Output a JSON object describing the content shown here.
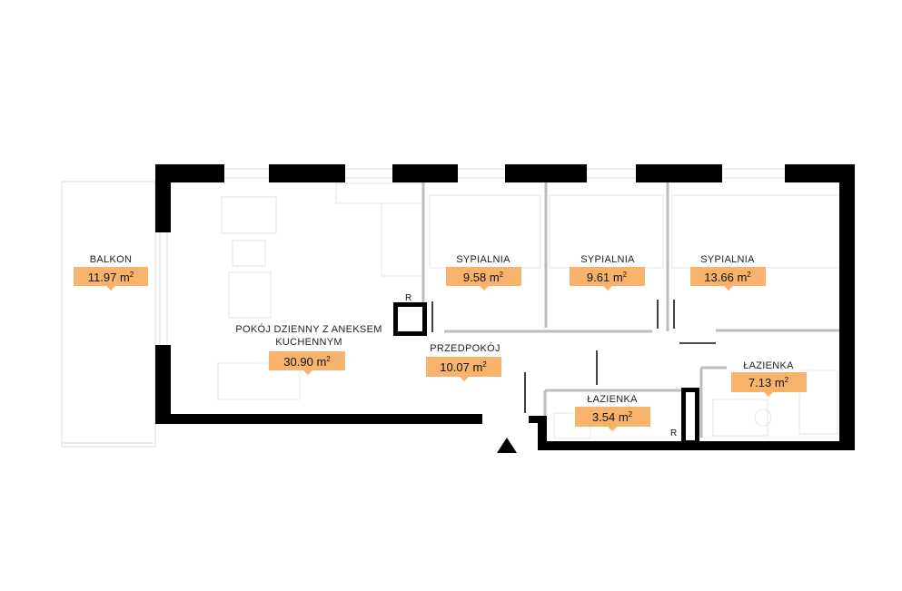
{
  "colors": {
    "wall": "#000000",
    "partition": "#bdbdbd",
    "furniture": "#e6e6e6",
    "area_badge": "#f7b26b",
    "window": "#dcdcdc"
  },
  "area_unit": "m",
  "area_unit_power": "2",
  "riser_label": "R",
  "rooms": [
    {
      "id": "balkon",
      "label_lines": [
        "BALKON"
      ],
      "area": "11.97"
    },
    {
      "id": "pokoj-dzienny",
      "label_lines": [
        "POKÓJ DZIENNY Z ANEKSEM",
        "KUCHENNYM"
      ],
      "area": "30.90"
    },
    {
      "id": "sypialnia-1",
      "label_lines": [
        "SYPIALNIA"
      ],
      "area": "9.58"
    },
    {
      "id": "sypialnia-2",
      "label_lines": [
        "SYPIALNIA"
      ],
      "area": "9.61"
    },
    {
      "id": "sypialnia-3",
      "label_lines": [
        "SYPIALNIA"
      ],
      "area": "13.66"
    },
    {
      "id": "przedpokoj",
      "label_lines": [
        "PRZEDPOKÓJ"
      ],
      "area": "10.07"
    },
    {
      "id": "lazienka-1",
      "label_lines": [
        "ŁAZIENKA"
      ],
      "area": "3.54"
    },
    {
      "id": "lazienka-2",
      "label_lines": [
        "ŁAZIENKA"
      ],
      "area": "7.13"
    }
  ],
  "entrance_icon": "triangle-up-icon"
}
